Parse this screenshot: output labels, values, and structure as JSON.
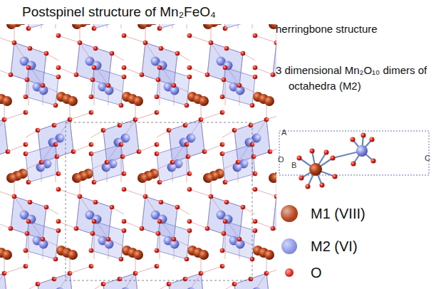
{
  "diagram": {
    "title": "Postspinel structure of Mn₂FeO₄",
    "labels": [
      "herringbone structure",
      "3 dimensional Mn₂O₁₀ dimers of octahedra (M2)",
      "A",
      "O",
      "B",
      "C"
    ],
    "legend": [
      {
        "text": "M1 (VIII)",
        "color": "#b8451c"
      },
      {
        "text": "M2 (VI)",
        "color": "#8e98ea"
      },
      {
        "text": "O",
        "color": "#e2261a"
      }
    ]
  }
}
